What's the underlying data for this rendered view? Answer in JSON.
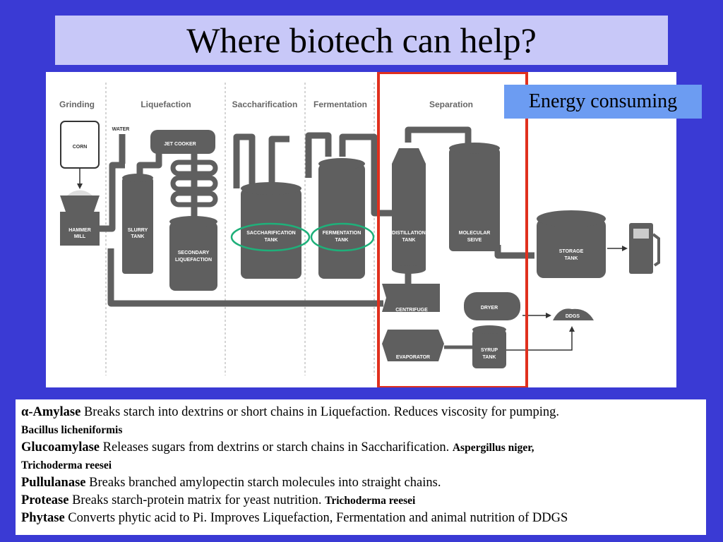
{
  "slide_title": "Where biotech can help?",
  "callout": "Energy consuming",
  "diagram": {
    "stages": [
      "Grinding",
      "Liquefaction",
      "Saccharification",
      "Fermentation",
      "Separation"
    ],
    "labels": {
      "corn": "CORN",
      "hammer_mill": [
        "HAMMER",
        "MILL"
      ],
      "water": "WATER",
      "slurry_tank": [
        "SLURRY",
        "TANK"
      ],
      "jet_cooker": "JET COOKER",
      "secondary_liquefaction": [
        "SECONDARY",
        "LIQUEFACTION"
      ],
      "saccharification_tank": [
        "SACCHARIFICATION",
        "TANK"
      ],
      "fermentation_tank": [
        "FERMENTATION",
        "TANK"
      ],
      "distillation_tank": [
        "DISTILLATION",
        "TANK"
      ],
      "molecular_seive": [
        "MOLECULAR",
        "SEIVE"
      ],
      "storage_tank": [
        "STORAGE",
        "TANK"
      ],
      "centrifuge": "CENTRIFUGE",
      "dryer": "DRYER",
      "ddgs": "DDGS",
      "evaporator": "EVAPORATOR",
      "syrup_tank": [
        "SYRUP",
        "TANK"
      ]
    },
    "colors": {
      "equipment": "#5f5f5f",
      "highlight": "#e0301e",
      "circle": "#1fb07a"
    }
  },
  "enzymes": [
    {
      "name": "α-Amylase",
      "desc": " Breaks starch into dextrins or short chains in Liquefaction. Reduces viscosity for pumping.",
      "org": "",
      "org_line2": "Bacillus licheniformis"
    },
    {
      "name": "Glucoamylase",
      "desc": " Releases sugars from dextrins or starch chains in Saccharification. ",
      "org": "Aspergillus niger,",
      "org_line2": "Trichoderma reesei"
    },
    {
      "name": "Pullulanase",
      "desc": " Breaks branched amylopectin starch molecules into straight chains.",
      "org": "",
      "org_line2": ""
    },
    {
      "name": "Protease",
      "desc": " Breaks starch-protein matrix for yeast nutrition. ",
      "org": "Trichoderma reesei",
      "org_line2": ""
    },
    {
      "name": "Phytase",
      "desc": " Converts phytic acid to Pi. Improves Liquefaction, Fermentation and animal nutrition of DDGS",
      "org": "",
      "org_line2": ""
    }
  ]
}
